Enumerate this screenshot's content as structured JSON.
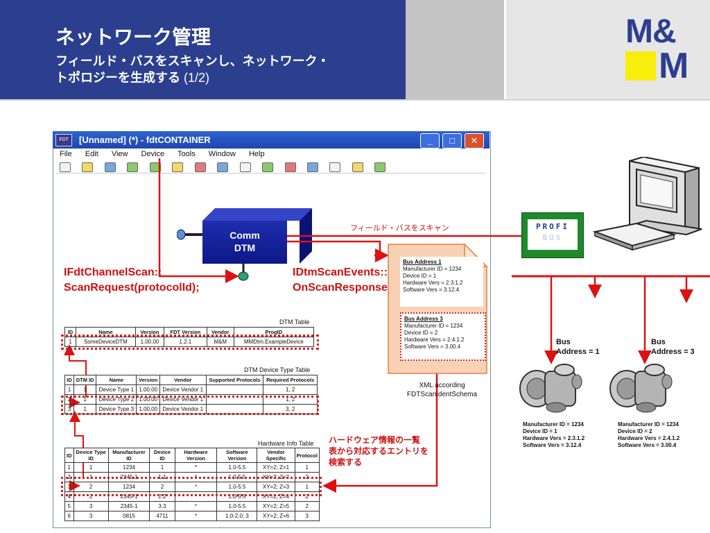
{
  "header": {
    "title": "ネットワーク管理",
    "subtitle_line1": "フィールド・バスをスキャンし、ネットワーク・",
    "subtitle_line2": "トポロジーを生成する",
    "subtitle_page": "(1/2)",
    "logo_top": "M&",
    "logo_bottom": "M"
  },
  "window": {
    "title": "[Unnamed] (*)  - fdtCONTAINER",
    "icon_text": "FDT",
    "menu": [
      "File",
      "Edit",
      "View",
      "Device",
      "Tools",
      "Window",
      "Help"
    ],
    "minimize": "_",
    "maximize": "□",
    "close": "✕"
  },
  "comm_dtm": {
    "line1": "Comm",
    "line2": "DTM"
  },
  "labels": {
    "scan_request_1": "IFdtChannelScan::",
    "scan_request_2": "ScanRequest(protocolId);",
    "scan_events_1": "IDtmScanEvents::",
    "scan_events_2": "OnScanResponse()",
    "scan_fieldbus": "フィールド・バスをスキャン",
    "search_hw_1": "ハードウェア情報の一覧",
    "search_hw_2": "表から対応するエントリを",
    "search_hw_3": "検索する",
    "xml_1": "XML according",
    "xml_2": "FDTScanIdentSchema",
    "bus1_line1": "Bus",
    "bus1_line2": "Address = 1",
    "bus3_line1": "Bus",
    "bus3_line2": "Address = 3",
    "profibus_top": "PROFI",
    "profibus_bottom": "BUS"
  },
  "dtm_table": {
    "caption": "DTM Table",
    "headers": [
      "ID",
      "Name",
      "Version",
      "FDT Version",
      "Vendor",
      "ProgID"
    ],
    "rows": [
      [
        "1",
        "SomeDeviceDTM",
        "1.00.00",
        "1.2.1",
        "M&M",
        "MMDtm.ExampleDevice"
      ]
    ]
  },
  "device_type_table": {
    "caption": "DTM Device Type Table",
    "headers": [
      "ID",
      "DTM ID",
      "Name",
      "Version",
      "Vendor",
      "Supported Protocols",
      "Required Protocols"
    ],
    "rows": [
      [
        "1",
        "1",
        "Device Type 1",
        "1.00.00",
        "Device Vendor 1",
        "",
        "1, 2"
      ],
      [
        "2",
        "1",
        "Device Type 2",
        "1.00.00",
        "Device Vendor 1",
        "",
        "1, 2"
      ],
      [
        "3",
        "1",
        "Device Type 3",
        "1.00.00",
        "Device Vendor 1",
        "",
        "3, 2"
      ]
    ]
  },
  "hw_table": {
    "caption": "Hardware Info Table",
    "headers": [
      "ID",
      "Device Type ID",
      "Manufacturer ID",
      "Device ID",
      "Hardware Version",
      "Software Version",
      "Vendor Specific",
      "Protocol"
    ],
    "rows": [
      [
        "1",
        "1",
        "1234",
        "1",
        "*",
        "1.0-5.5",
        "XY=2; Z=1",
        "1"
      ],
      [
        "2",
        "1",
        "2345-1",
        "1.1",
        "*",
        "1.0-5.5",
        "XY=2; Z=2",
        "2"
      ],
      [
        "3",
        "2",
        "1234",
        "2",
        "*",
        "1.0-5.5",
        "XY=2; Z=3",
        "1"
      ],
      [
        "4",
        "2",
        "2345-1",
        "2.2",
        "*",
        "1.0-5.5",
        "XY=2; Z=4",
        "2"
      ],
      [
        "5",
        "3",
        "2345-1",
        "3.3",
        "*",
        "1.0-5.5",
        "XY=2; Z=5",
        "2"
      ],
      [
        "6",
        "3",
        "0815",
        "4711",
        "*",
        "1.0-2.0; 3",
        "XY=2; Z=6",
        "3"
      ]
    ]
  },
  "xml_doc": {
    "card1": {
      "title": "Bus Address 1",
      "l1": "Manufacturer ID = 1234",
      "l2": "Device ID           =  1",
      "l3": "Hardware Vers   =  2.3.1.2",
      "l4": "Software Vers    =  3.12.4"
    },
    "card2": {
      "title": "Bus Address 3",
      "l1": "Manufacturer ID = 1234",
      "l2": "Device ID           =  2",
      "l3": "Hardware Vers   =  2.4.1.2",
      "l4": "Software Vers    =  3.00.4"
    }
  },
  "devices": {
    "d1": {
      "l1": "Manufacturer ID = 1234",
      "l2": "Device ID         =  1",
      "l3": "Hardware Vers  =  2.3.1.2",
      "l4": "Software Vers   =  3.12.4"
    },
    "d2": {
      "l1": "Manufacturer ID = 1234",
      "l2": "Device ID         =  2",
      "l3": "Hardware Vers  =  2.4.1.2",
      "l4": "Software Vers   =  3.00.4"
    }
  },
  "colors": {
    "header_blue": "#2b3f8e",
    "accent_red": "#cc1111",
    "logo_yellow": "#f7ee0b",
    "xml_doc": "#f9d2b6",
    "dtm_blue": "#1d2dad"
  }
}
